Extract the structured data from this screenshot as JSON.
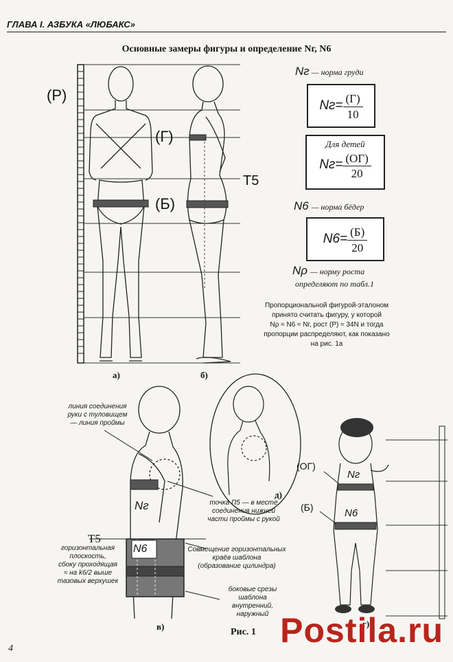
{
  "header": "ГЛАВА I. АЗБУКА «ЛЮБАКС»",
  "title": "Основные замеры фигуры и определение Nг, N6",
  "figure_labels": {
    "a": "а)",
    "b": "б)",
    "v": "в)",
    "g": "г)",
    "d": "д)",
    "ris": "Рис. 1",
    "P": "(Р)",
    "G": "(Г)",
    "B": "(Б)",
    "T5": "T5",
    "T5_lower": "T5",
    "OG": "(ОГ)",
    "B2": "(Б)",
    "Ng_child": "Nг",
    "Nb_child": "N6",
    "Ng_c": "Nг",
    "Nb_c": "N6"
  },
  "formulas": {
    "ng_label": "Nг",
    "ng_desc": "— норма груди",
    "f1_lhs": "Nг=",
    "f1_num": "(Г)",
    "f1_den": "10",
    "children_label": "Для детей",
    "f2_lhs": "Nг=",
    "f2_num": "(ОГ)",
    "f2_den": "20",
    "nb_label": "N6",
    "nb_desc": "— норма бёдер",
    "f3_lhs": "N6=",
    "f3_num": "(Б)",
    "f3_den": "20",
    "np_label": "Nρ",
    "np_desc1": "— норму роста",
    "np_desc2": "определяют по табл.1"
  },
  "notes": [
    "Пропорциональной фигурой-эталоном",
    "принято считать фигуру,  у которой",
    "Nρ ≈ N6 ≈ Nг,  рост (Р) ≈ 34N и тогда",
    "пропорции распределяют, как показано",
    "на рис. 1а"
  ],
  "annotations": {
    "armhole": [
      "линия соединения",
      "руки с туловищем",
      "— линия проймы"
    ],
    "point": [
      "точка П5 — в месте",
      "соединения нижней",
      "части проймы с рукой"
    ],
    "plane": [
      "горизонтальная",
      "плоскость,",
      "сбоку проходящая",
      "≈ на k6/2 выше",
      "тазовых верхушек"
    ],
    "template": [
      "Совмещение горизонтальных",
      "краёв шаблона",
      "(образование цилиндра)"
    ],
    "side_cuts": [
      "боковые срезы",
      "шаблона",
      "внутренний,",
      "наружный"
    ]
  },
  "page_number": "4",
  "watermark": "Postila.ru"
}
